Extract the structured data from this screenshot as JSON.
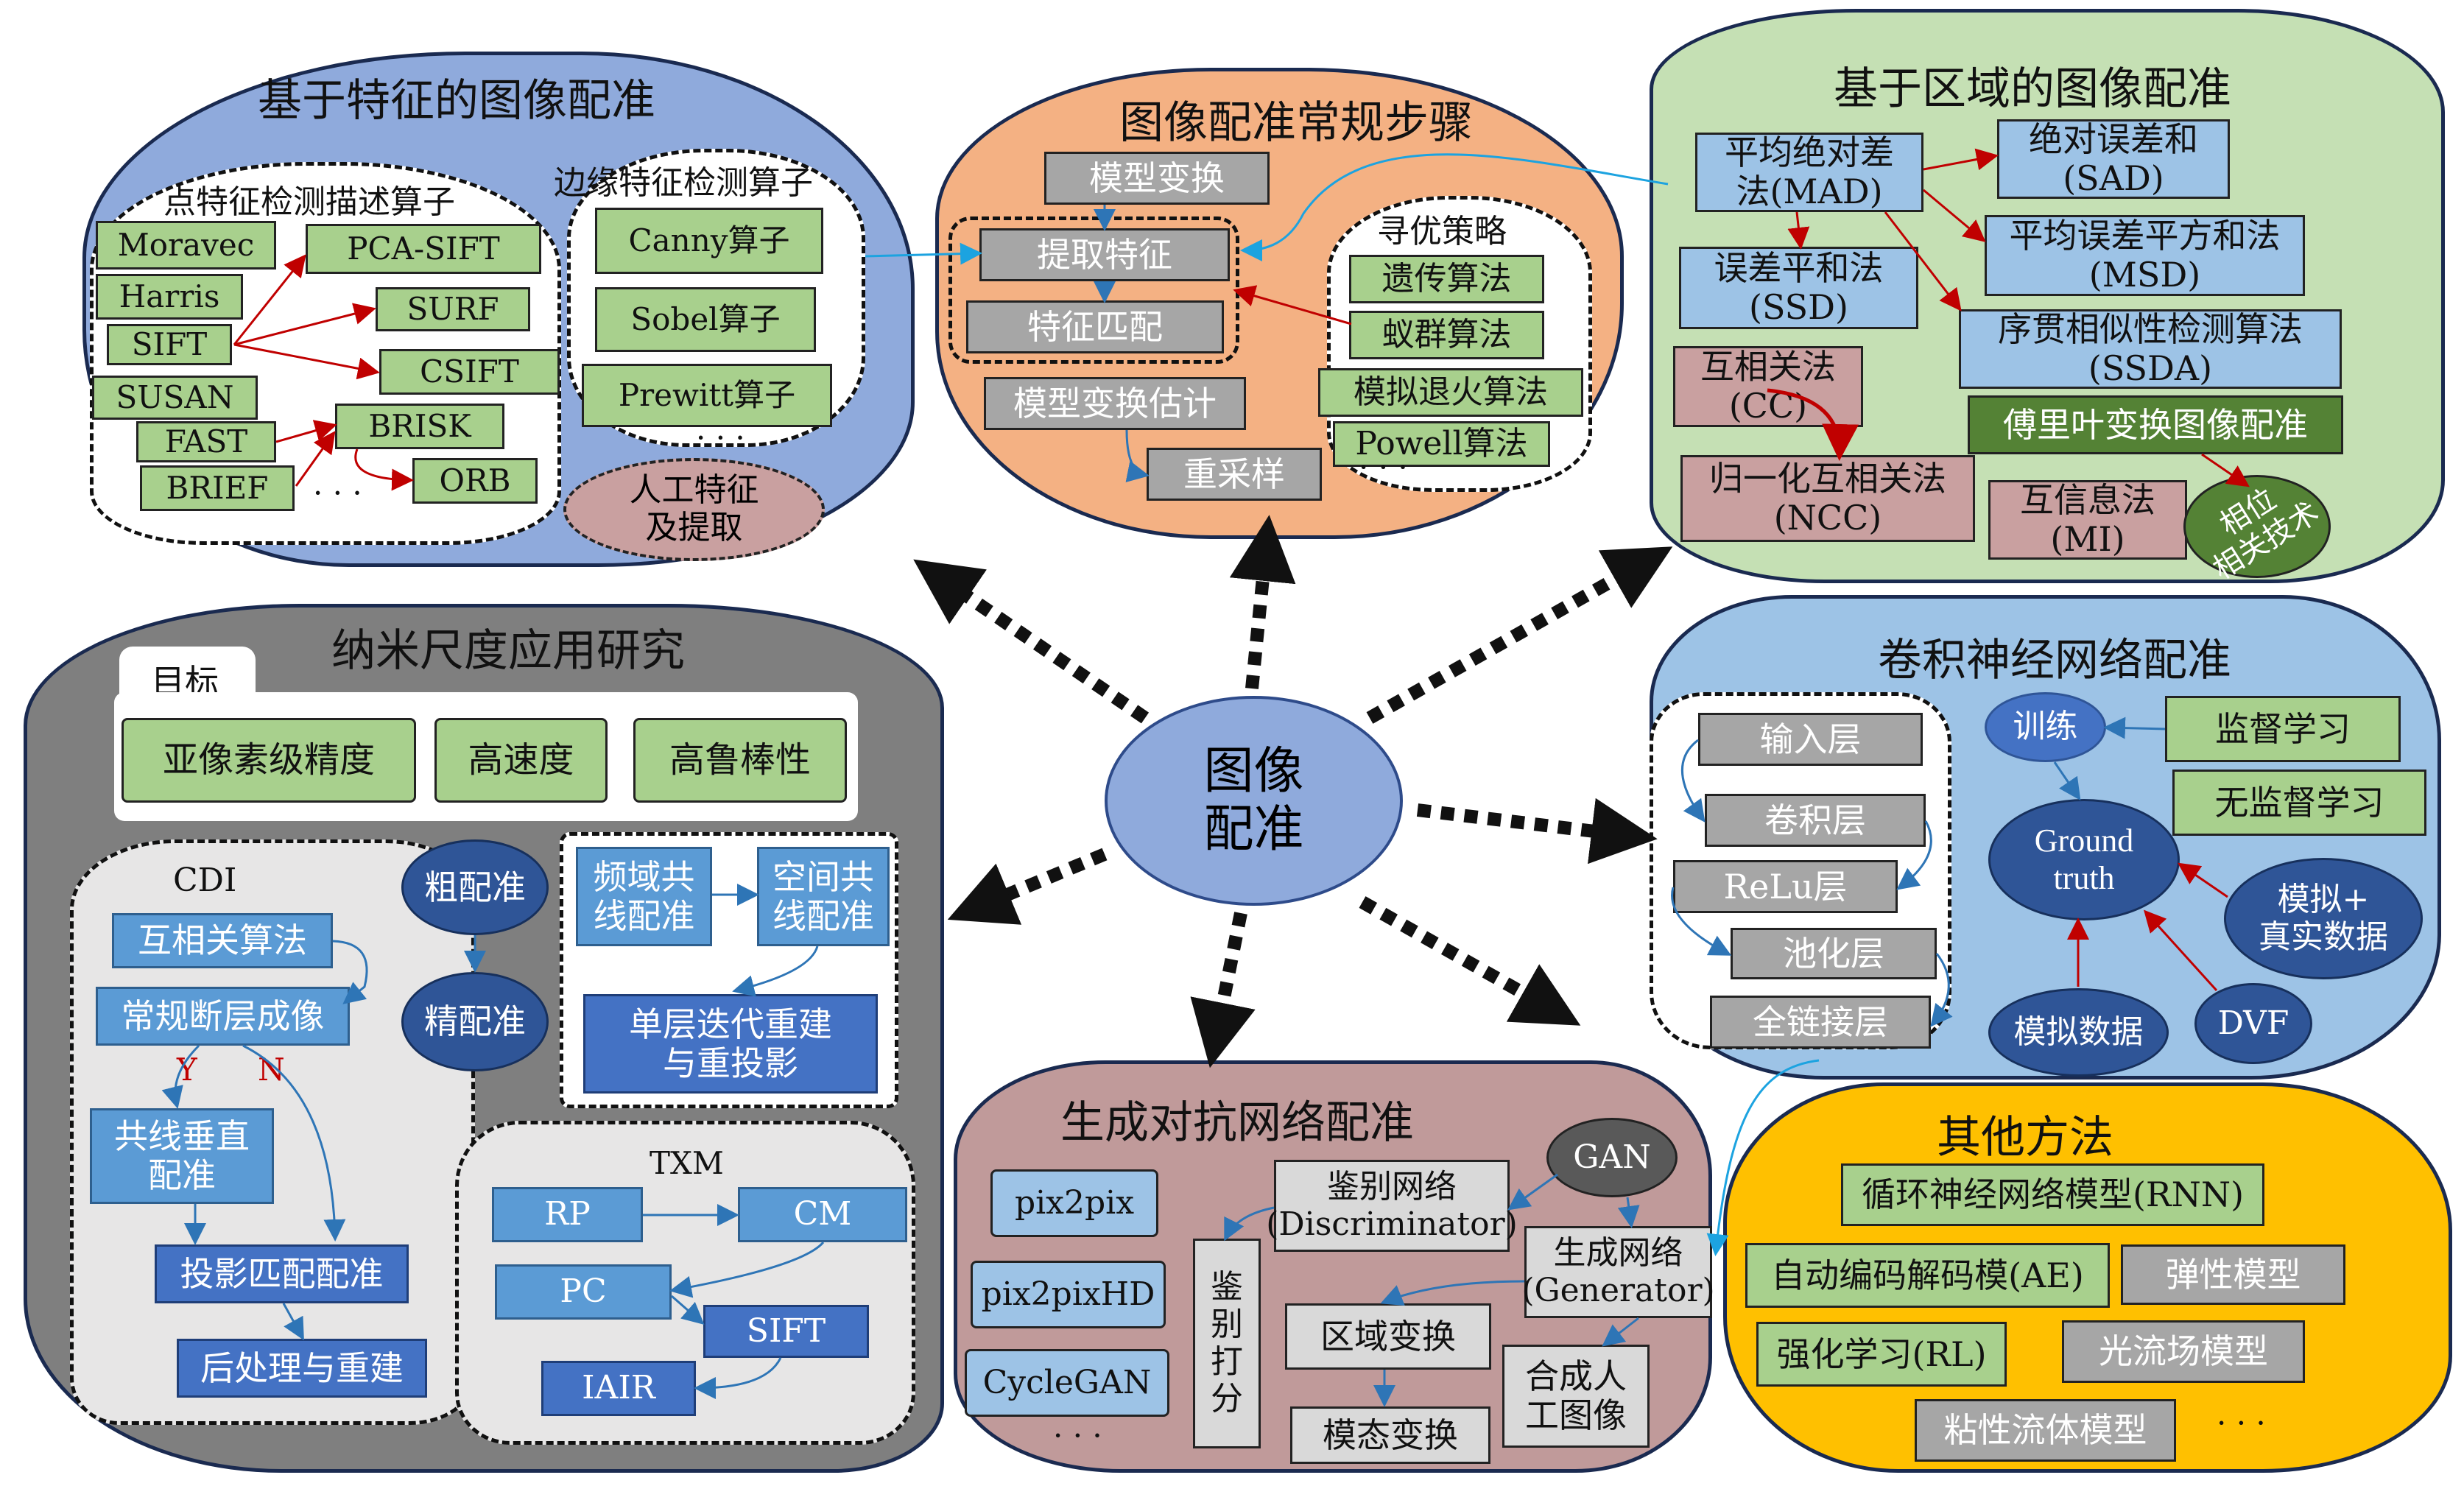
{
  "center": {
    "label": "图像\n配准"
  },
  "feature": {
    "title": "基于特征的图像配准",
    "point_title": "点特征检测描述算子",
    "point_items": [
      "Moravec",
      "Harris",
      "SIFT",
      "SUSAN",
      "FAST",
      "BRIEF"
    ],
    "point_targets": [
      "PCA-SIFT",
      "SURF",
      "CSIFT",
      "BRISK",
      "ORB"
    ],
    "point_more": "· · ·",
    "edge_title": "边缘特征检测算子",
    "edge_items": [
      "Canny算子",
      "Sobel算子",
      "Prewitt算子"
    ],
    "edge_more": "· · ·",
    "manual": "人工特征\n及提取"
  },
  "steps": {
    "title": "图像配准常规步骤",
    "items": [
      "模型变换",
      "提取特征",
      "特征匹配",
      "模型变换估计",
      "重采样"
    ],
    "opt_title": "寻优策略",
    "opt_items": [
      "遗传算法",
      "蚁群算法",
      "模拟退火算法",
      "Powell算法"
    ],
    "opt_more": "· · ·"
  },
  "region": {
    "title": "基于区域的图像配准",
    "mad": "平均绝对差\n法(MAD)",
    "sad": "绝对误差和\n(SAD)",
    "msd": "平均误差平方和法\n(MSD)",
    "ssd": "误差平和法\n(SSD)",
    "ssda": "序贯相似性检测算法\n(SSDA)",
    "cc": "互相关法\n(CC)",
    "fourier": "傅里叶变换图像配准",
    "ncc": "归一化互相关法\n(NCC)",
    "mi": "互信息法\n(MI)",
    "phase": "相位\n相关技术"
  },
  "nano": {
    "title": "纳米尺度应用研究",
    "goal_tab": "目标",
    "goals": [
      "亚像素级精度",
      "高速度",
      "高鲁棒性"
    ],
    "cdi_title": "CDI",
    "cdi_items": [
      "互相关算法",
      "常规断层成像",
      "共线垂直\n配准",
      "投影匹配配准",
      "后处理与重建"
    ],
    "yes": "Y",
    "no": "N",
    "coarse": "粗配准",
    "fine": "精配准",
    "freq": "频域共\n线配准",
    "space": "空间共\n线配准",
    "iter": "单层迭代重建\n与重投影",
    "txm_title": "TXM",
    "txm_items": [
      "RP",
      "CM",
      "PC",
      "SIFT",
      "IAIR"
    ]
  },
  "cnn": {
    "title": "卷积神经网络配准",
    "layers": [
      "输入层",
      "卷积层",
      "ReLu层",
      "池化层",
      "全链接层"
    ],
    "train": "训练",
    "supervised": "监督学习",
    "unsupervised": "无监督学习",
    "gt": "Ground\ntruth",
    "sim_real": "模拟+\n真实数据",
    "sim": "模拟数据",
    "dvf": "DVF"
  },
  "gan": {
    "title": "生成对抗网络配准",
    "models": [
      "pix2pix",
      "pix2pixHD",
      "CycleGAN"
    ],
    "more": "· · ·",
    "gan": "GAN",
    "disc": "鉴别网络\n(Discriminator)",
    "gen": "生成网络\n(Generator)",
    "score": "鉴\n别\n打\n分",
    "region_trans": "区域变换",
    "modal_trans": "模态变换",
    "synth": "合成人\n工图像"
  },
  "other": {
    "title": "其他方法",
    "rnn": "循环神经网络模型(RNN)",
    "ae": "自动编码解码模(AE)",
    "elastic": "弹性模型",
    "rl": "强化学习(RL)",
    "flow": "光流场模型",
    "viscous": "粘性流体模型",
    "more": "· · ·"
  },
  "colors": {
    "feature_bg": "#8faadc",
    "steps_bg": "#f4b183",
    "region_bg": "#c5e0b4",
    "nano_bg": "#7f7f7f",
    "cnn_bg": "#9dc3e6",
    "gan_bg": "#c09a9a",
    "other_bg": "#ffc000"
  }
}
